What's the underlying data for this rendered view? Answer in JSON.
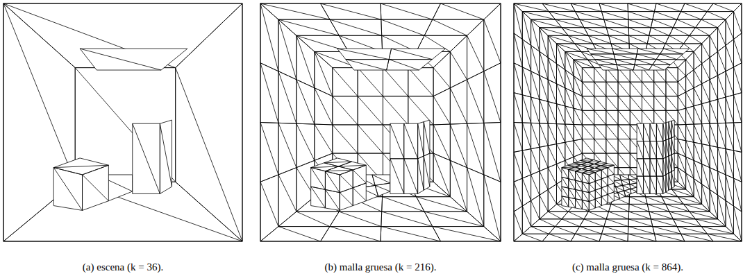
{
  "diagram": {
    "labels": [
      "(a) escena (k = 36).",
      "(b) malla gruesa (k = 216).",
      "(c) malla gruesa (k = 864)."
    ]
  }
}
